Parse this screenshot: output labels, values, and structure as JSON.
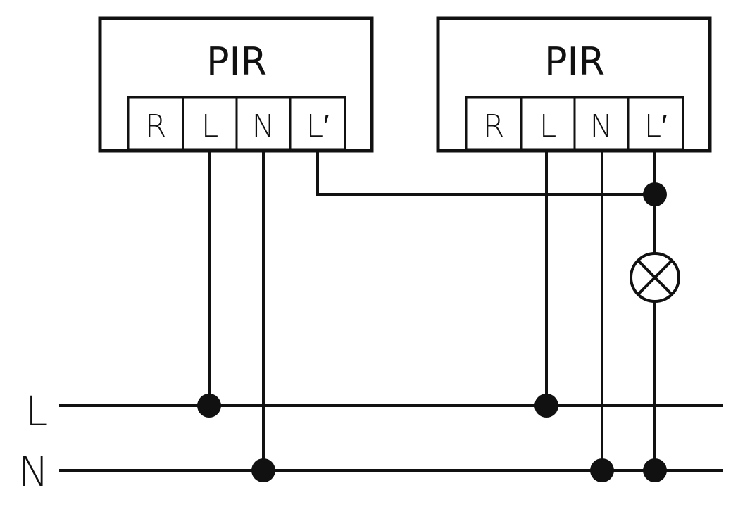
{
  "devices": [
    {
      "title": "PIR",
      "terminals": [
        "R",
        "L",
        "N",
        "L′"
      ]
    },
    {
      "title": "PIR",
      "terminals": [
        "R",
        "L",
        "N",
        "L′"
      ]
    }
  ],
  "buses": {
    "line": "L",
    "neutral": "N"
  },
  "colors": {
    "ink": "#111111",
    "background": "#ffffff"
  }
}
